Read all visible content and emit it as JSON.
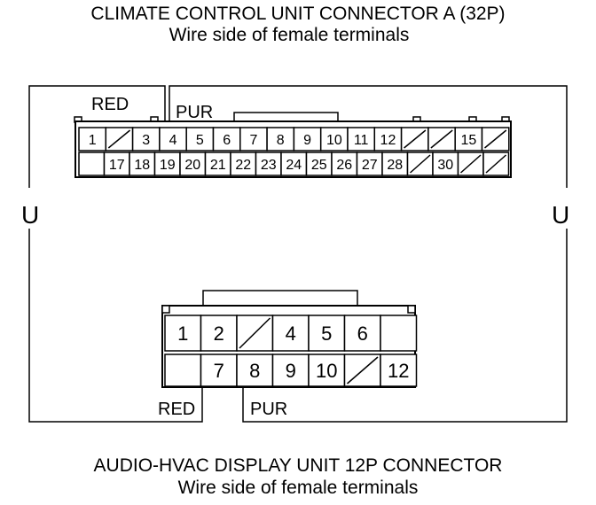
{
  "connector_a": {
    "title": "CLIMATE CONTROL UNIT CONNECTOR A (32P)",
    "subtitle": "Wire side of female terminals",
    "row1": [
      "1",
      "",
      "3",
      "4",
      "5",
      "6",
      "7",
      "8",
      "9",
      "10",
      "11",
      "12",
      "",
      "",
      "15",
      ""
    ],
    "row2": [
      "",
      "17",
      "18",
      "19",
      "20",
      "21",
      "22",
      "23",
      "24",
      "25",
      "26",
      "27",
      "28",
      "",
      "30",
      "",
      ""
    ],
    "wire_red": "RED",
    "wire_pur": "PUR"
  },
  "connector_b": {
    "title": "AUDIO-HVAC DISPLAY UNIT 12P CONNECTOR",
    "subtitle": "Wire side of female terminals",
    "row1": [
      "1",
      "2",
      "",
      "4",
      "5",
      "6",
      ""
    ],
    "row2": [
      "",
      "7",
      "8",
      "9",
      "10",
      "",
      "12"
    ],
    "wire_red": "RED",
    "wire_pur": "PUR"
  },
  "break_symbol": "U"
}
